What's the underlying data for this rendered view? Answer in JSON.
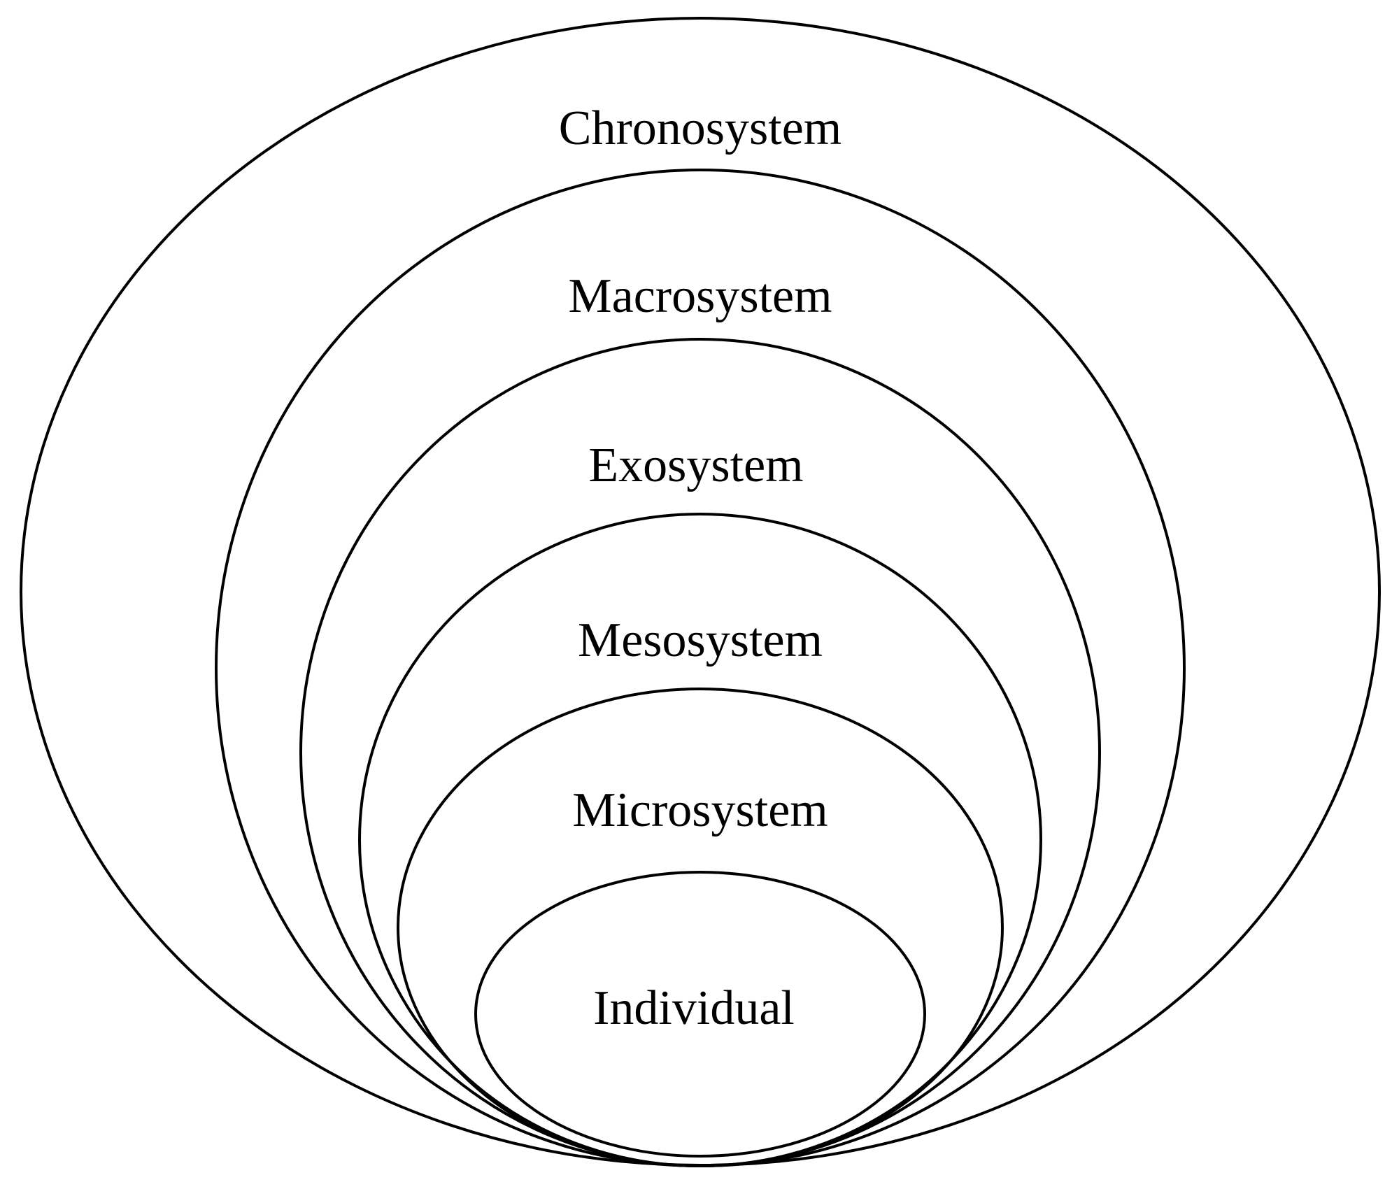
{
  "diagram": {
    "line_color": "#000000",
    "background": "#ffffff",
    "layers": [
      {
        "label": "Chronosystem"
      },
      {
        "label": "Macrosystem"
      },
      {
        "label": "Exosystem"
      },
      {
        "label": "Mesosystem"
      },
      {
        "label": "Microsystem"
      },
      {
        "label": "Individual"
      }
    ]
  }
}
